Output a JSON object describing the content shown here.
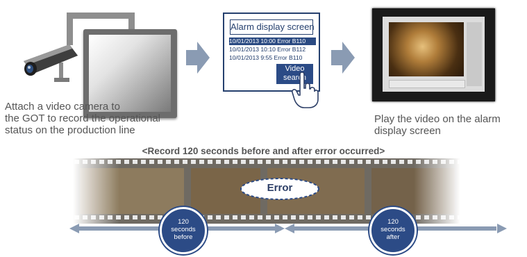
{
  "step1": {
    "caption_lines": [
      "Attach a video camera to",
      "the GOT to record the operational",
      "status on the production line"
    ]
  },
  "step2": {
    "title": "Alarm display screen",
    "rows": [
      "10/01/2013 10:00 Error B110",
      "10/01/2013 10:10 Error B112",
      "10/01/2013   9:55 Error B110"
    ],
    "button": [
      "Video",
      "search"
    ]
  },
  "step3": {
    "caption_lines": [
      "Play the video on the alarm",
      "display screen"
    ]
  },
  "timeline": {
    "headline": "<Record 120 seconds before and after error occurred>",
    "error_label": "Error",
    "before": [
      "120",
      "seconds",
      "before"
    ],
    "after": [
      "120",
      "seconds",
      "after"
    ]
  },
  "colors": {
    "accent": "#2c4b86",
    "arrow": "#8a9bb3",
    "gray": "#8e8e8e"
  }
}
